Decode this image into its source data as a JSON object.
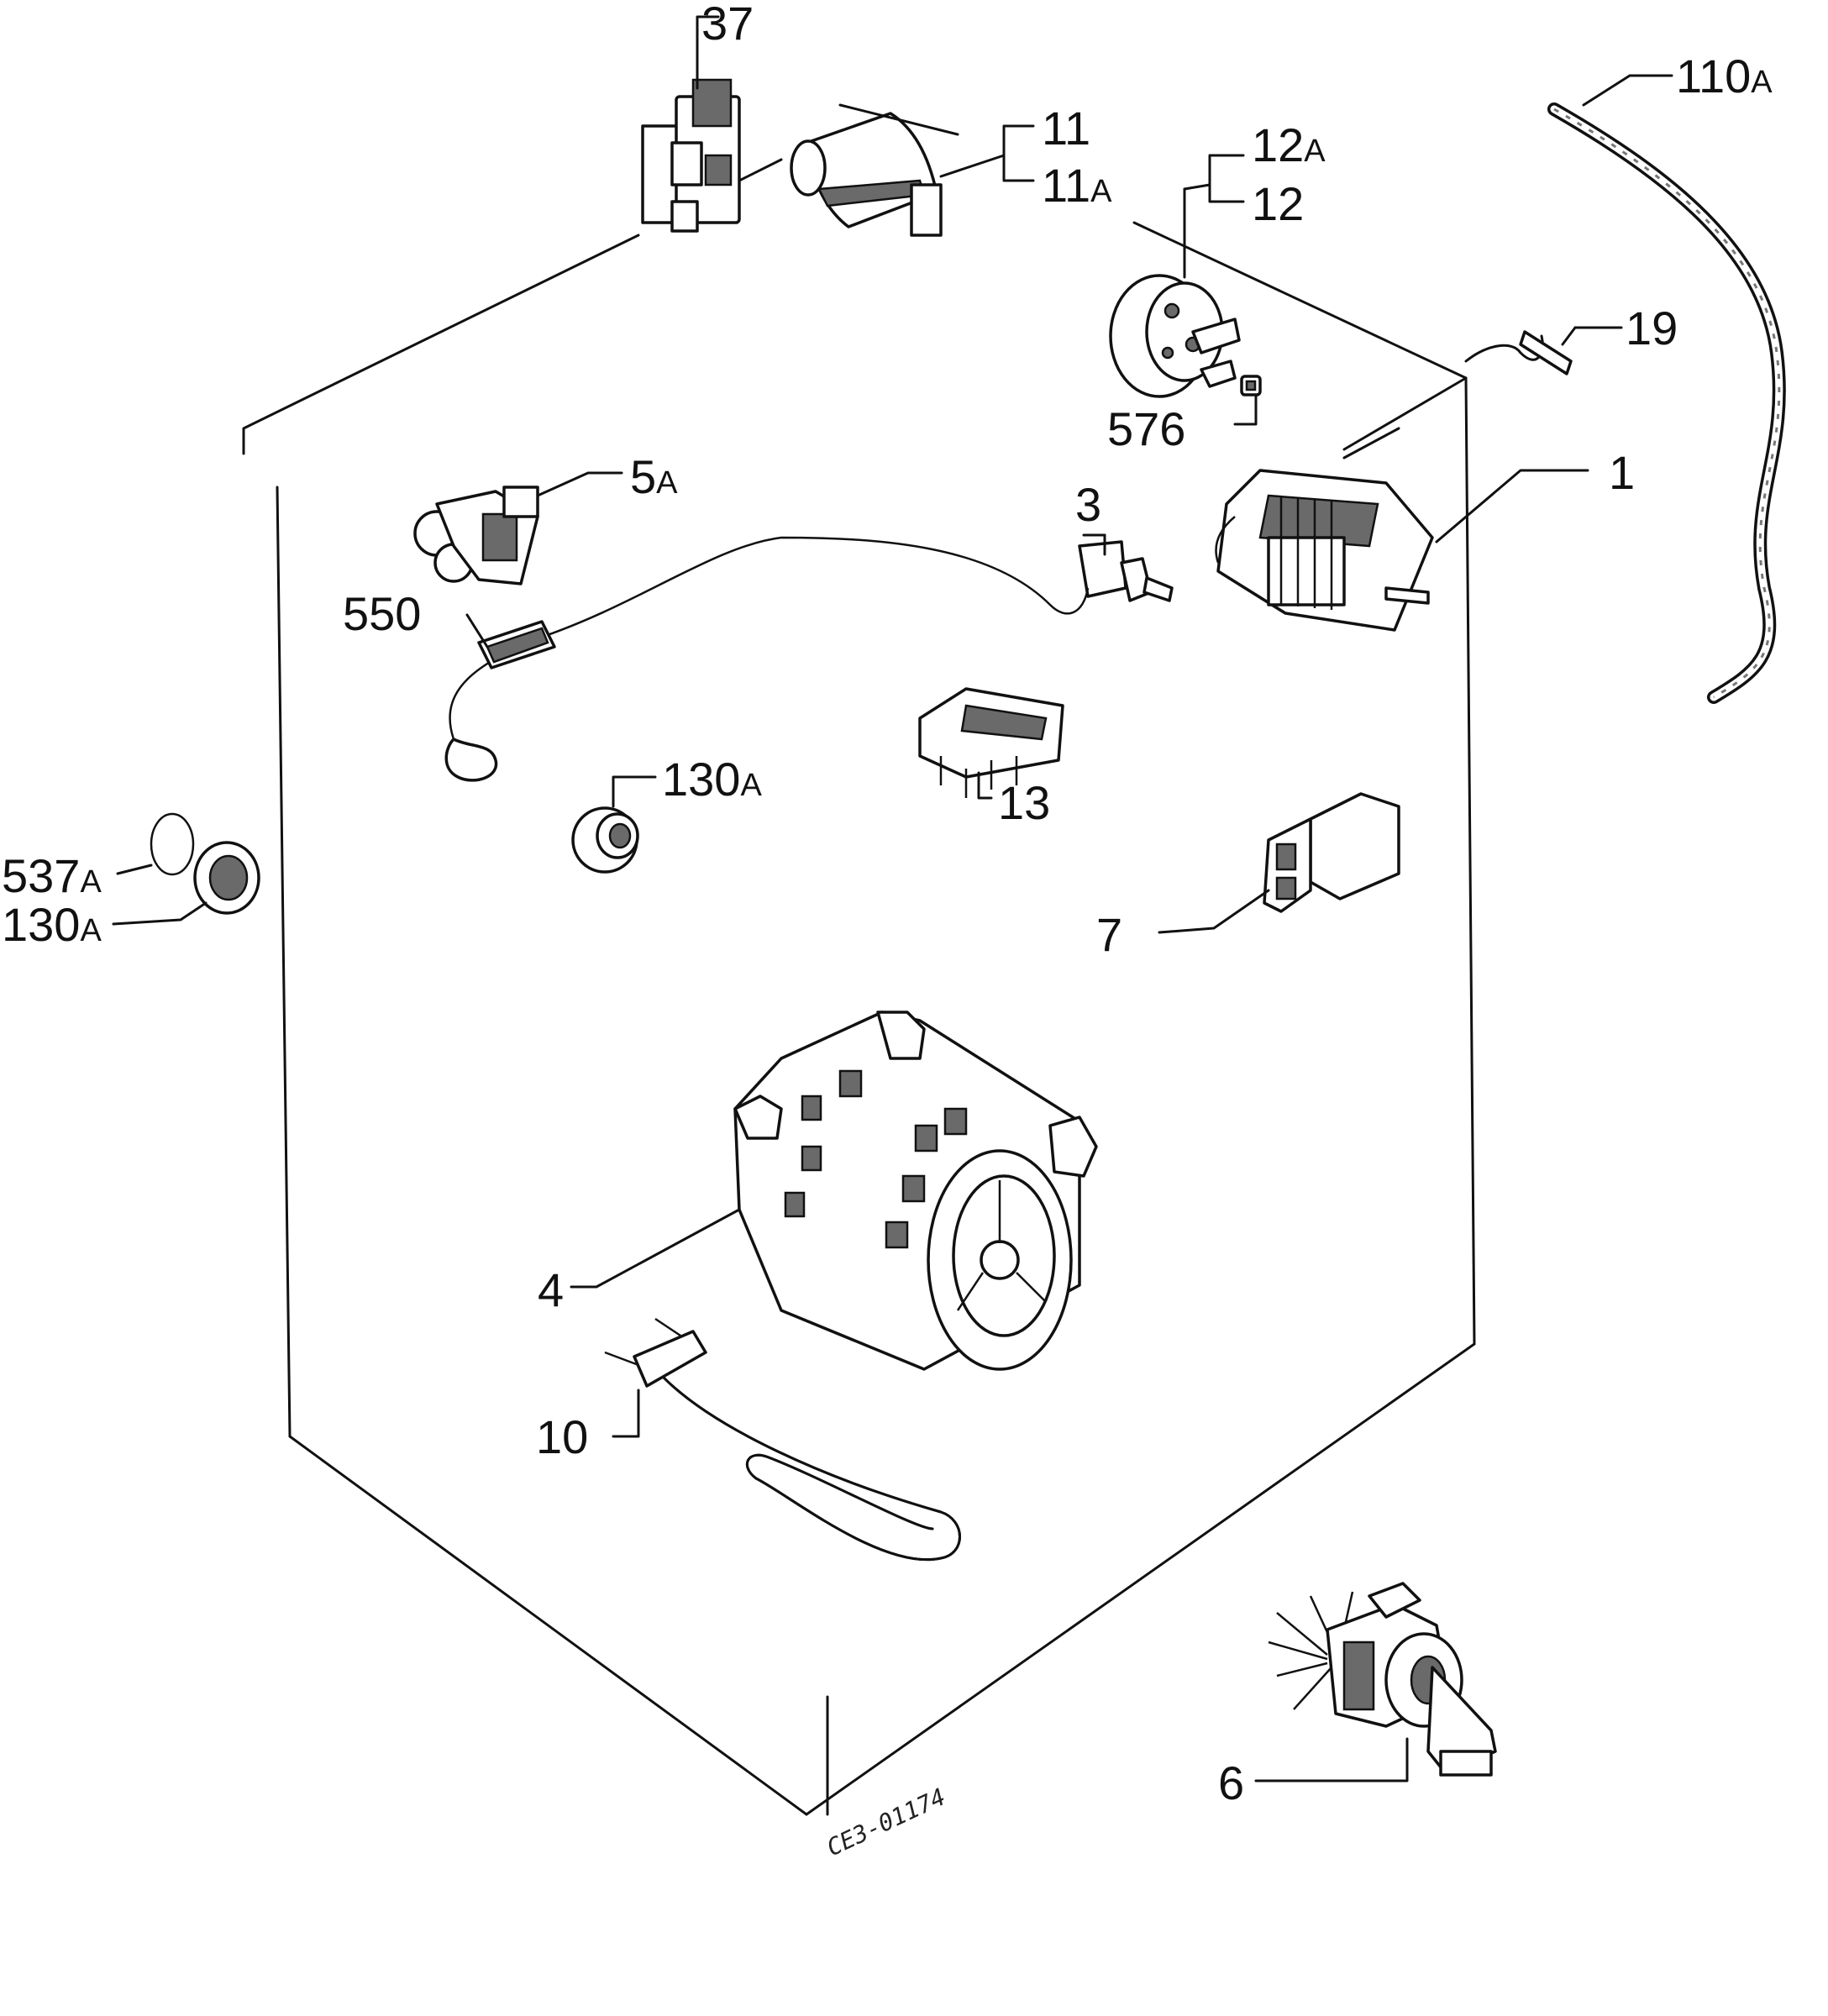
{
  "diagram": {
    "drawing_code": "CE3-01174",
    "labels": [
      {
        "id": "37",
        "main": "37",
        "suffix": ""
      },
      {
        "id": "11",
        "main": "11",
        "suffix": ""
      },
      {
        "id": "11A",
        "main": "11",
        "suffix": "A"
      },
      {
        "id": "110A",
        "main": "110",
        "suffix": "A"
      },
      {
        "id": "12A",
        "main": "12",
        "suffix": "A"
      },
      {
        "id": "12",
        "main": "12",
        "suffix": ""
      },
      {
        "id": "19",
        "main": "19",
        "suffix": ""
      },
      {
        "id": "576",
        "main": "576",
        "suffix": ""
      },
      {
        "id": "5A",
        "main": "5",
        "suffix": "A"
      },
      {
        "id": "3",
        "main": "3",
        "suffix": ""
      },
      {
        "id": "1",
        "main": "1",
        "suffix": ""
      },
      {
        "id": "550",
        "main": "550",
        "suffix": ""
      },
      {
        "id": "130A_center",
        "main": "130",
        "suffix": "A"
      },
      {
        "id": "13",
        "main": "13",
        "suffix": ""
      },
      {
        "id": "537A",
        "main": "537",
        "suffix": "A"
      },
      {
        "id": "130A_left",
        "main": "130",
        "suffix": "A"
      },
      {
        "id": "7",
        "main": "7",
        "suffix": ""
      },
      {
        "id": "4",
        "main": "4",
        "suffix": ""
      },
      {
        "id": "10",
        "main": "10",
        "suffix": ""
      },
      {
        "id": "6",
        "main": "6",
        "suffix": ""
      }
    ]
  }
}
